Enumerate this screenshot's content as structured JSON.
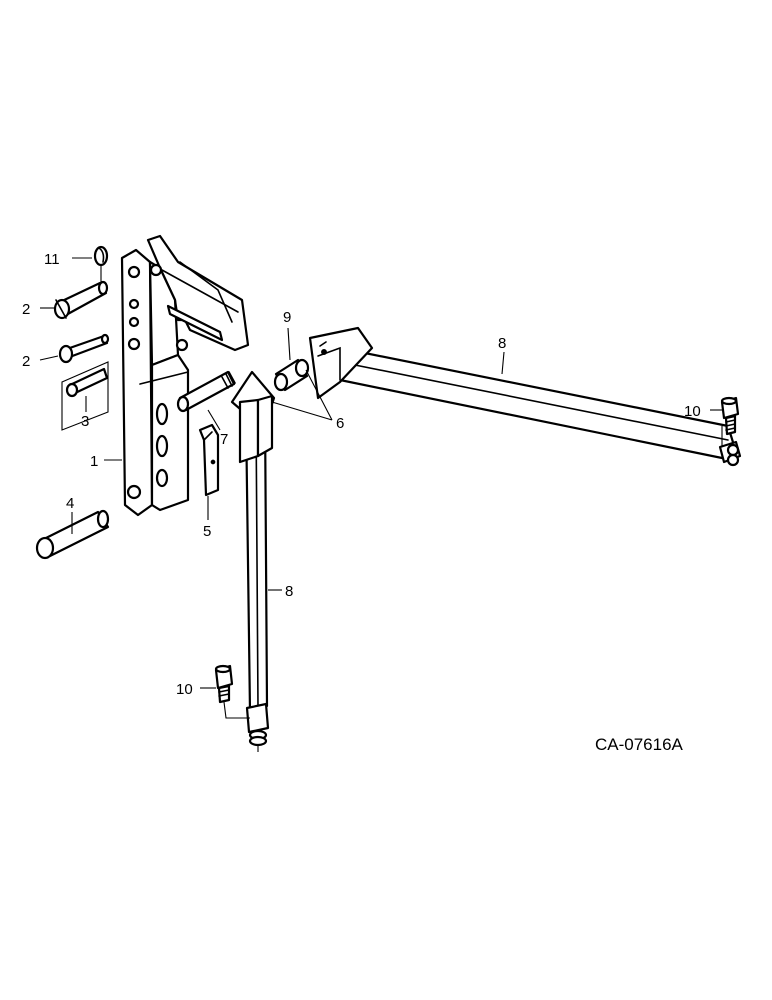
{
  "diagram": {
    "drawing_code": "CA-07616A",
    "callouts": [
      {
        "id": "c11",
        "label": "11"
      },
      {
        "id": "c2a",
        "label": "2"
      },
      {
        "id": "c2b",
        "label": "2"
      },
      {
        "id": "c3",
        "label": "3"
      },
      {
        "id": "c1",
        "label": "1"
      },
      {
        "id": "c4",
        "label": "4"
      },
      {
        "id": "c5",
        "label": "5"
      },
      {
        "id": "c7",
        "label": "7"
      },
      {
        "id": "c9",
        "label": "9"
      },
      {
        "id": "c6",
        "label": "6"
      },
      {
        "id": "c8a",
        "label": "8"
      },
      {
        "id": "c8b",
        "label": "8"
      },
      {
        "id": "c10a",
        "label": "10"
      },
      {
        "id": "c10b",
        "label": "10"
      }
    ]
  }
}
